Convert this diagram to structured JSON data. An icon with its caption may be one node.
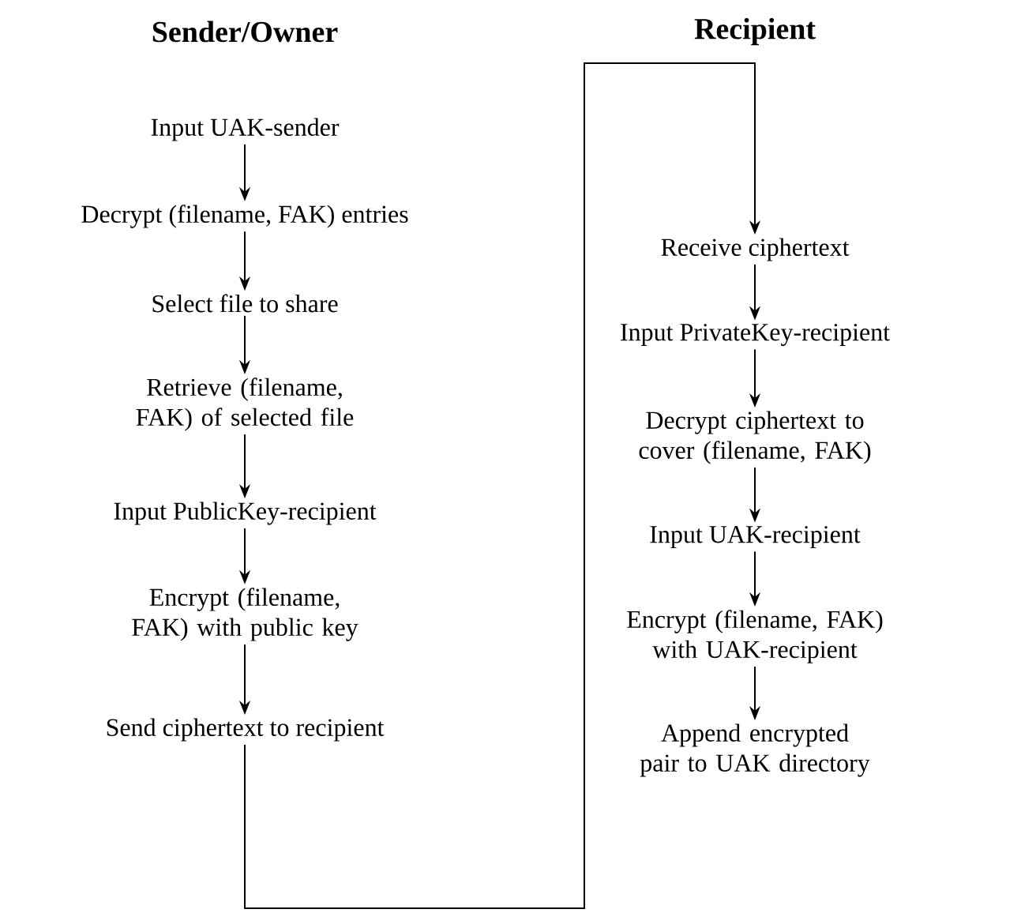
{
  "diagram": {
    "nodes": [
      {
        "text": [
          "Input UAK-sender"
        ]
      },
      {
        "text": [
          "Decrypt (filename, FAK) entries"
        ]
      },
      {
        "text": [
          "Select file to share"
        ]
      },
      {
        "text": [
          "Retrieve (filename, FAK) of selected file"
        ]
      },
      {
        "text": [
          "Input PublicKey-recipient"
        ]
      },
      {
        "text": [
          "Encrypt (filename, FAK) with public key"
        ]
      },
      {
        "text": [
          "Send ciphertext to recipient"
        ]
      },
      {
        "text": [
          "Receive ciphertext"
        ]
      },
      {
        "text": [
          "Input PrivateKey-recipient"
        ]
      },
      {
        "text": [
          "Decrypt ciphertext to cover (filename, FAK)"
        ]
      },
      {
        "text": [
          "Input UAK-recipient"
        ]
      },
      {
        "text": [
          "Encrypt (filename, FAK) with UAK-recipient"
        ]
      },
      {
        "text": [
          "Append encrypted pair to UAK directory"
        ]
      }
    ],
    "edges": [
      {
        "from": 0,
        "to": 1,
        "arrow": "to"
      },
      {
        "from": 1,
        "to": 2,
        "arrow": "to"
      },
      {
        "from": 2,
        "to": 3,
        "arrow": "to"
      },
      {
        "from": 3,
        "to": 4,
        "arrow": "to"
      },
      {
        "from": 4,
        "to": 5,
        "arrow": "to"
      },
      {
        "from": 5,
        "to": 6,
        "arrow": "to"
      },
      {
        "from": 6,
        "to": 7,
        "arrow": "to"
      },
      {
        "from": 7,
        "to": 8,
        "arrow": "to"
      },
      {
        "from": 8,
        "to": 9,
        "arrow": "to"
      },
      {
        "from": 9,
        "to": 10,
        "arrow": "to"
      },
      {
        "from": 10,
        "to": 11,
        "arrow": "to"
      },
      {
        "from": 11,
        "to": 12,
        "arrow": "to"
      }
    ],
    "labels": [
      "Sender/Owner",
      "Recipient"
    ]
  }
}
